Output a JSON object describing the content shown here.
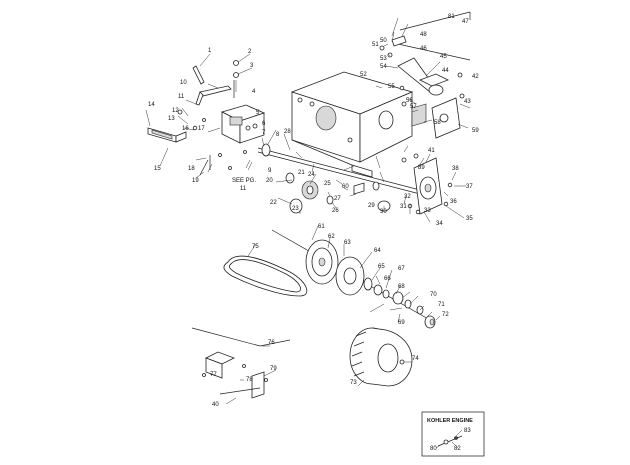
{
  "diagram": {
    "callouts": [
      "1",
      "2",
      "3",
      "4",
      "5",
      "6",
      "7",
      "8",
      "9",
      "10",
      "11",
      "12",
      "13",
      "14",
      "15",
      "16",
      "17",
      "18",
      "19",
      "20",
      "21",
      "22",
      "23",
      "24",
      "25",
      "26",
      "27",
      "28",
      "29",
      "30",
      "31",
      "32",
      "33",
      "34",
      "35",
      "36",
      "37",
      "38",
      "39",
      "40",
      "41",
      "42",
      "43",
      "44",
      "45",
      "46",
      "47",
      "48",
      "50",
      "51",
      "52",
      "53",
      "54",
      "55",
      "56",
      "57",
      "58",
      "59",
      "60",
      "61",
      "62",
      "63",
      "64",
      "65",
      "66",
      "67",
      "68",
      "69",
      "70",
      "71",
      "72",
      "73",
      "74",
      "75",
      "76",
      "77",
      "78",
      "79",
      "80",
      "81",
      "82",
      "83"
    ],
    "see_pg_label": "SEE PG.",
    "see_pg_number": "11",
    "inset_title": "KOHLER ENGINE"
  }
}
